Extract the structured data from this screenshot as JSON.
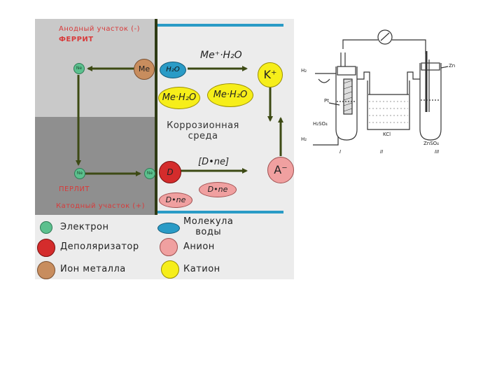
{
  "diagram": {
    "anode_label": "Анодный участок (-)",
    "ferrite_label": "ФЕРРИТ",
    "perlite_label": "ПЕРЛИТ",
    "cathode_label": "Катодный участок (+)",
    "medium_label_line1": "Коррозионная",
    "medium_label_line2": "среда",
    "electron_symbol": "Ne",
    "metal_ion_symbol": "Me",
    "water_symbol": "H₂O",
    "hydrated_ion_formula": "Me⁺·H₂O",
    "hydrated_ion_left": "Me·H₂O",
    "hydrated_ion_right": "Me·H₂O",
    "cation_symbol": "K⁺",
    "depolarizer_symbol": "D",
    "complex_formula": "[D•ne]",
    "complex_small_1": "D•ne",
    "complex_small_2": "D•ne",
    "anion_symbol": "A⁻"
  },
  "legend": {
    "electron": "Электрон",
    "depolarizer": "Деполяризатор",
    "metal_ion": "Ион металла",
    "water_line1": "Молекула",
    "water_line2": "воды",
    "anion": "Анион",
    "cation": "Катион"
  },
  "apparatus": {
    "label_h2_top": "H₂",
    "label_pt": "Pt",
    "label_h2so4": "H₂SO₄",
    "label_h2_bottom": "H₂",
    "label_zn": "Zn",
    "label_kcl": "KCl",
    "label_znso4": "ZnSO₄",
    "label_vessel_1": "I",
    "label_vessel_2": "II",
    "label_vessel_3": "III"
  },
  "colors": {
    "electron": "#5cc08e",
    "depolarizer": "#d42c2c",
    "metal_ion": "#c88d5e",
    "water": "#2a9bc6",
    "anion": "#f0a0a0",
    "cation": "#f6ee1a",
    "arrow": "#3d4a14",
    "label_red": "#d83a3a"
  }
}
